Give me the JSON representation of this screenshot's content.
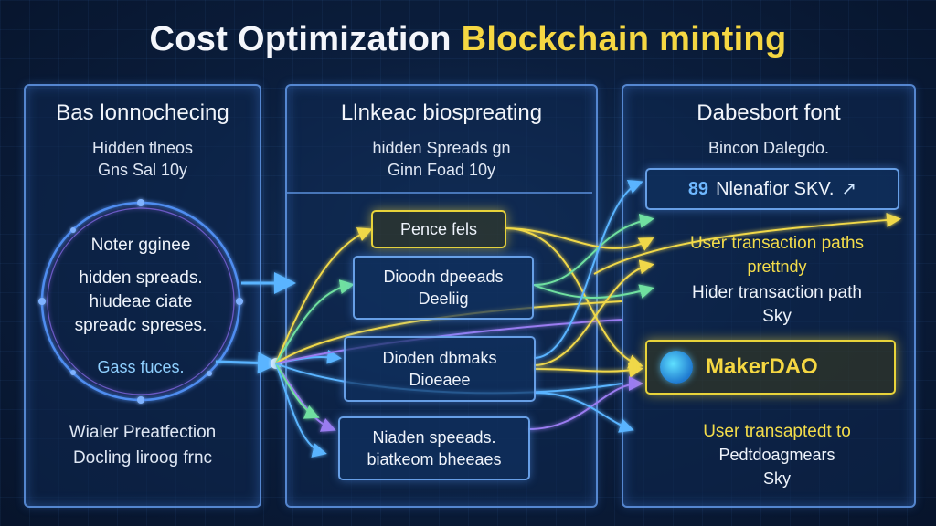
{
  "title": {
    "part1": "Cost Optimization",
    "part2": "Blockchain minting"
  },
  "left_panel": {
    "heading": "Bas lonnochecing",
    "sub_line1": "Hidden tlneos",
    "sub_line2": "Gns Sal 10y",
    "circle_lines": [
      "Noter gginee",
      "hidden spreads.",
      "hiudeae ciate",
      "spreadc spreses."
    ],
    "circle_footer": "Gass fuces.",
    "bottom_line1": "Wialer Preatfection",
    "bottom_line2": "Docling liroog frnc"
  },
  "middle_panel": {
    "heading": "Llnkeac biospreating",
    "sub_line1": "hidden Spreads gn",
    "sub_line2": "Ginn Foad 10y",
    "box1": "Pence fels",
    "box2_line1": "Dioodn dpeeads",
    "box2_line2": "Deeliig",
    "box3_line1": "Dioden dbmaks",
    "box3_line2": "Dioeaee",
    "box4_line1": "Niaden speeads.",
    "box4_line2": "biatkeom bheeaes"
  },
  "right_panel": {
    "heading": "Dabesbort font",
    "sub": "Bincon Dalegdo.",
    "box1_icon": "89",
    "box1": "Nlenafior SKV.",
    "box1_arrow": "↗",
    "text1_line1": "User transaction paths",
    "text1_line2": "prettndy",
    "text2_line1": "Hider transaction path",
    "text2_line2": "Sky",
    "box2_icon": "makerdao-logo-icon",
    "box2": "MakerDAO",
    "text3_line1": "User transaptedt to",
    "text3_line2": "Pedtdoagmears",
    "text3_line3": "Sky"
  },
  "colors": {
    "background": "#0b1e3d",
    "panel_border": "#6eaaff",
    "title_accent": "#f5d742",
    "highlight_yellow": "#e8d33a",
    "flow_yellow": "#f0d84a",
    "flow_purple": "#9a7cf0",
    "flow_green": "#6fe0a0",
    "flow_blue": "#5ab4ff"
  }
}
